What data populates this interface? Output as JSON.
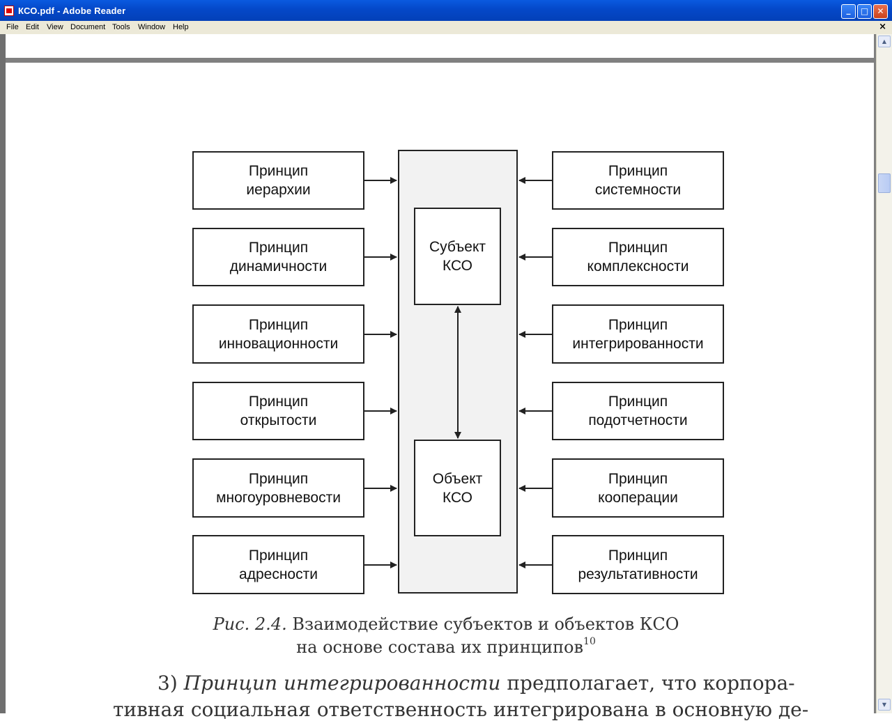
{
  "window": {
    "title": "КСО.pdf - Adobe Reader",
    "buttons": {
      "minimize": "_",
      "maximize": "□",
      "close": "✕"
    }
  },
  "menubar": {
    "items": [
      "File",
      "Edit",
      "View",
      "Document",
      "Tools",
      "Window",
      "Help"
    ],
    "close_glyph": "×"
  },
  "scrollbar": {
    "up_glyph": "▲",
    "down_glyph": "▼"
  },
  "diagram": {
    "left_boxes": [
      "Принцип\nиерархии",
      "Принцип\nдинамичности",
      "Принцип\nинновационности",
      "Принцип\nоткрытости",
      "Принцип\nмногоуровневости",
      "Принцип\nадресности"
    ],
    "right_boxes": [
      "Принцип\nсистемности",
      "Принцип\nкомплексности",
      "Принцип\nинтегрированности",
      "Принцип\nподотчетности",
      "Принцип\nкооперации",
      "Принцип\nрезультативности"
    ],
    "subject": "Субъект\nКСО",
    "object": "Объект\nКСО"
  },
  "caption": {
    "label": "Рис. 2.4.",
    "line1": "Взаимодействие субъектов и объектов КСО",
    "line2": "на основе состава их принципов",
    "footnote": "10"
  },
  "paragraph": {
    "number": "3)",
    "term": "Принцип интегрированности",
    "text": "предполагает, что корпора-",
    "next_line": "тивная социальная ответственность интегрирована в основную де-"
  }
}
